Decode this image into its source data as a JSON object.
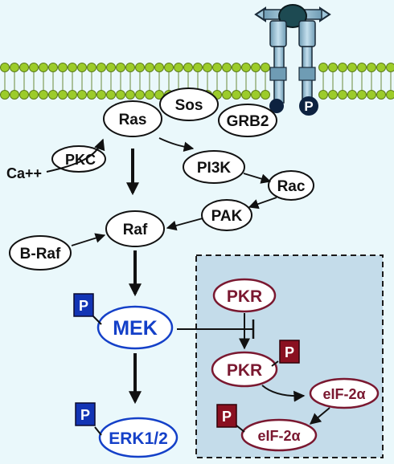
{
  "membrane": {
    "receptor_phospho_label": "P",
    "colors": {
      "lipid_head": "#9ccc2a",
      "receptor": "#9fc6da",
      "receptor_dark": "#3c5a6b"
    }
  },
  "nodes": {
    "ras": "Ras",
    "sos": "Sos",
    "grb2": "GRB2",
    "pkc": "PKC",
    "ca": "Ca++",
    "pi3k": "PI3K",
    "rac": "Rac",
    "pak": "PAK",
    "raf": "Raf",
    "braf": "B-Raf",
    "mek": "MEK",
    "erk": "ERK1/2",
    "pkr_top": "PKR",
    "pkr_mid": "PKR",
    "eif_top": "eIF-2α",
    "eif_bottom": "eIF-2α"
  },
  "phospho_tags": {
    "mek": "P",
    "erk": "P",
    "pkr": "P",
    "eif": "P"
  },
  "colors": {
    "blue": "#1440c8",
    "maroon": "#7a1830",
    "tag_blue": "#1234b4",
    "tag_red": "#8a1020",
    "box_fill": "#c4dcea",
    "background": "#eaf8fb"
  }
}
